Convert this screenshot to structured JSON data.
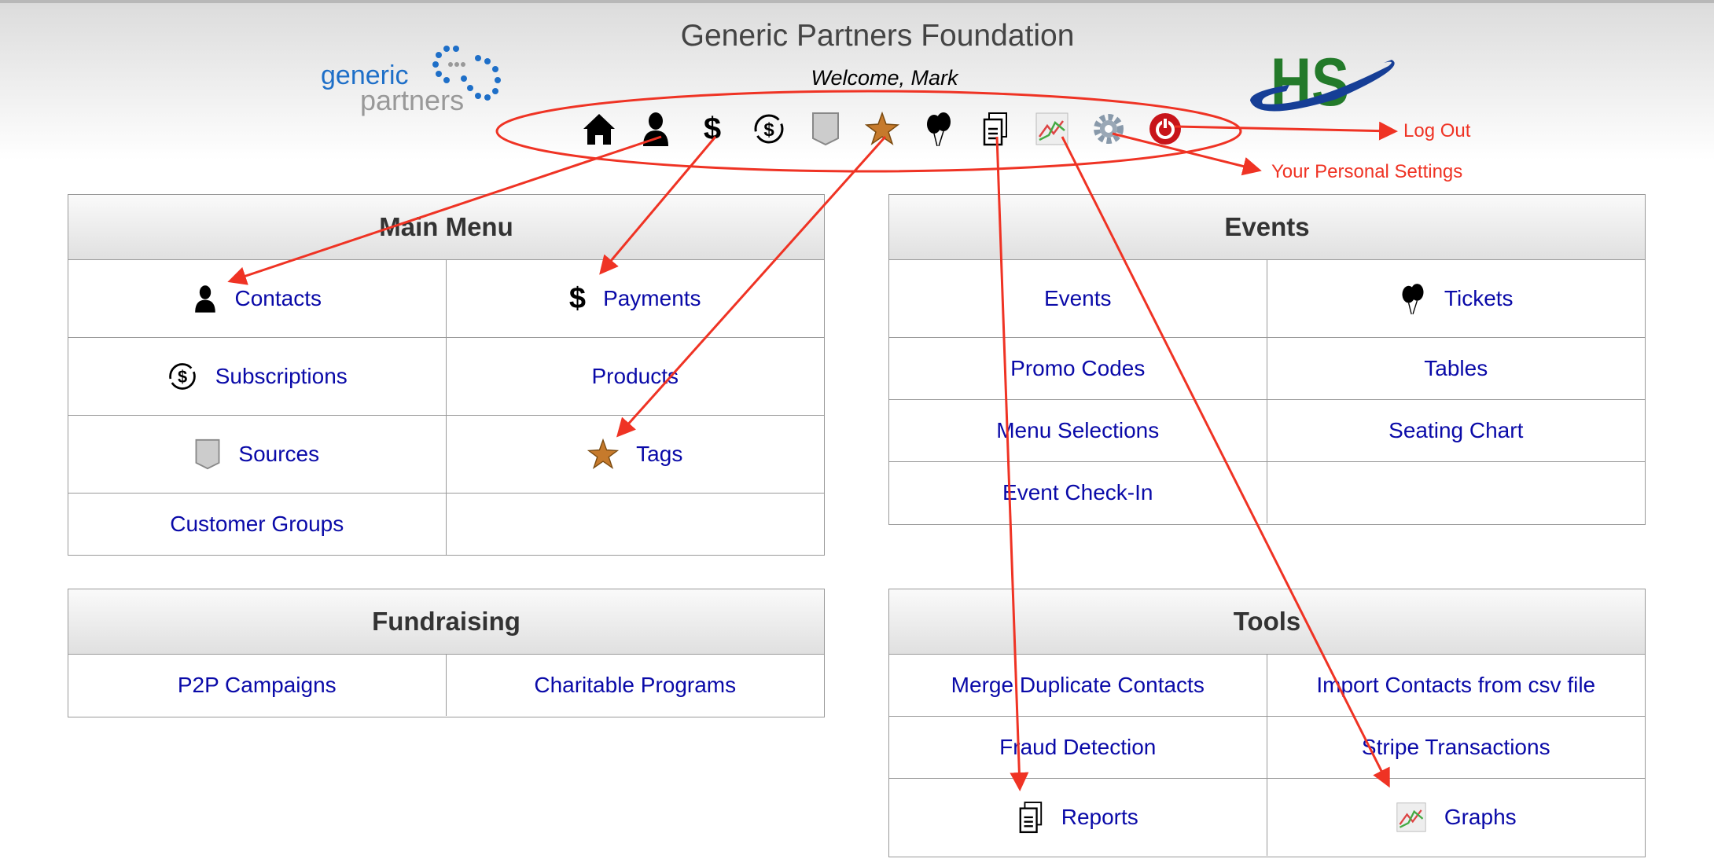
{
  "header": {
    "title": "Generic Partners Foundation",
    "welcome": "Welcome, Mark",
    "logo_left_text": "generic partners",
    "logo_right_text": "HS"
  },
  "toolbar": [
    {
      "icon": "home-icon"
    },
    {
      "icon": "person-icon"
    },
    {
      "icon": "dollar-icon"
    },
    {
      "icon": "subscription-icon"
    },
    {
      "icon": "source-shield-icon"
    },
    {
      "icon": "star-icon"
    },
    {
      "icon": "balloons-icon"
    },
    {
      "icon": "documents-icon"
    },
    {
      "icon": "graph-icon"
    },
    {
      "icon": "gear-icon"
    },
    {
      "icon": "power-icon"
    }
  ],
  "annotations": {
    "logout": "Log Out",
    "settings": "Your Personal Settings",
    "color": "#ef3324"
  },
  "main_menu": {
    "title": "Main Menu",
    "items": [
      "Contacts",
      "Payments",
      "Subscriptions",
      "Products",
      "Sources",
      "Tags",
      "Customer Groups"
    ]
  },
  "events": {
    "title": "Events",
    "items": [
      "Events",
      "Tickets",
      "Promo Codes",
      "Tables",
      "Menu Selections",
      "Seating Chart",
      "Event Check-In"
    ]
  },
  "fundraising": {
    "title": "Fundraising",
    "items": [
      "P2P Campaigns",
      "Charitable Programs"
    ]
  },
  "tools": {
    "title": "Tools",
    "items": [
      "Merge Duplicate Contacts",
      "Import Contacts from csv file",
      "Fraud Detection",
      "Stripe Transactions",
      "Reports",
      "Graphs"
    ]
  },
  "colors": {
    "link": "#0a0aa8"
  }
}
